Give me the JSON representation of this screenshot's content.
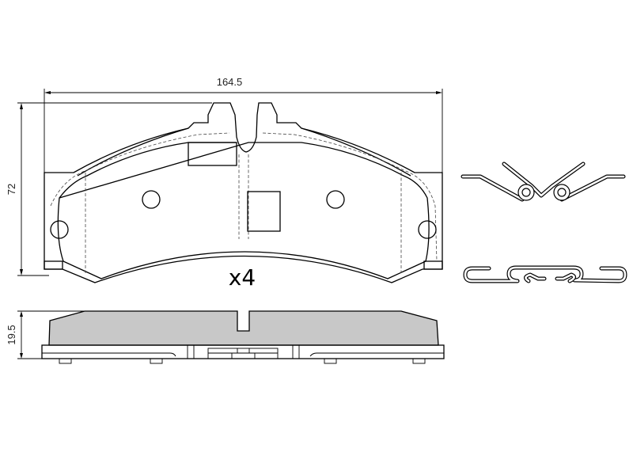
{
  "drawing": {
    "dimensions": {
      "width": "164.5",
      "height": "72",
      "thickness": "19.5"
    },
    "quantity_label": "x4",
    "colors": {
      "line": "#000000",
      "friction_fill": "#c8c8c8",
      "background": "#ffffff"
    }
  }
}
